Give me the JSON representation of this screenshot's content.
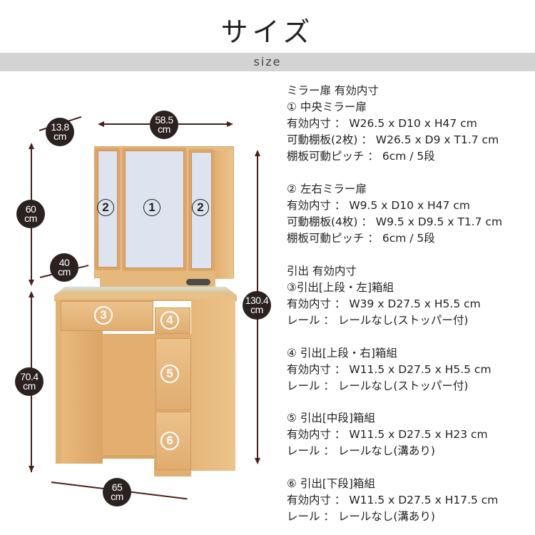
{
  "header": {
    "title": "サイズ",
    "subtitle": "size"
  },
  "colors": {
    "badge_bg": "#2b2220",
    "arrow": "#4a1f1c",
    "subtitle_bar": "#d3d3d3",
    "wood": "#e6b87c",
    "mirror": "#dde3ef"
  },
  "dimensions": {
    "mirror_depth": {
      "value": "13.8",
      "unit": "cm"
    },
    "mirror_width": {
      "value": "58.5",
      "unit": "cm"
    },
    "mirror_height": {
      "value": "60",
      "unit": "cm"
    },
    "desk_depth": {
      "value": "40",
      "unit": "cm"
    },
    "total_height": {
      "value": "130.4",
      "unit": "cm"
    },
    "desk_height": {
      "value": "70.4",
      "unit": "cm"
    },
    "desk_width": {
      "value": "65",
      "unit": "cm"
    }
  },
  "markers": {
    "center_mirror": "1",
    "side_mirror": "2",
    "drawer_upper_left": "3",
    "drawer_upper_right": "4",
    "drawer_middle": "5",
    "drawer_lower": "6"
  },
  "specs": {
    "mirror": {
      "heading": "ミラー扉 有効内寸",
      "center": {
        "title": "① 中央ミラー扉",
        "lines": [
          "有効内寸 ： W26.5 x D10 x H47 cm",
          "可動棚板(2枚) ： W26.5 x D9 x T1.7 cm",
          "棚板可動ピッチ ： 6cm / 5段"
        ]
      },
      "sides": {
        "title": "② 左右ミラー扉",
        "lines": [
          "有効内寸 ： W9.5 x D10 x H47 cm",
          "可動棚板(4枚) ： W9.5 x D9.5 x T1.7 cm",
          "棚板可動ピッチ ： 6cm / 5段"
        ]
      }
    },
    "drawers": {
      "heading": "引出 有効内寸",
      "upper_left": {
        "title": "③引出[上段・左]箱組",
        "lines": [
          "有効内寸 ： W39 x D27.5 x H5.5 cm",
          "レール ： レールなし(ストッパー付)"
        ]
      },
      "upper_right": {
        "title": "④ 引出[上段・右]箱組",
        "lines": [
          "有効内寸 ： W11.5 x D27.5 x H5.5 cm",
          "レール ： レールなし(ストッパー付)"
        ]
      },
      "middle": {
        "title": "⑤ 引出[中段]箱組",
        "lines": [
          "有効内寸 ： W11.5 x D27.5 x H23 cm",
          "レール ： レールなし(溝あり)"
        ]
      },
      "lower": {
        "title": "⑥ 引出[下段]箱組",
        "lines": [
          "有効内寸 ： W11.5 x D27.5 x H17.5 cm",
          "レール ： レールなし(溝あり)"
        ]
      }
    }
  }
}
